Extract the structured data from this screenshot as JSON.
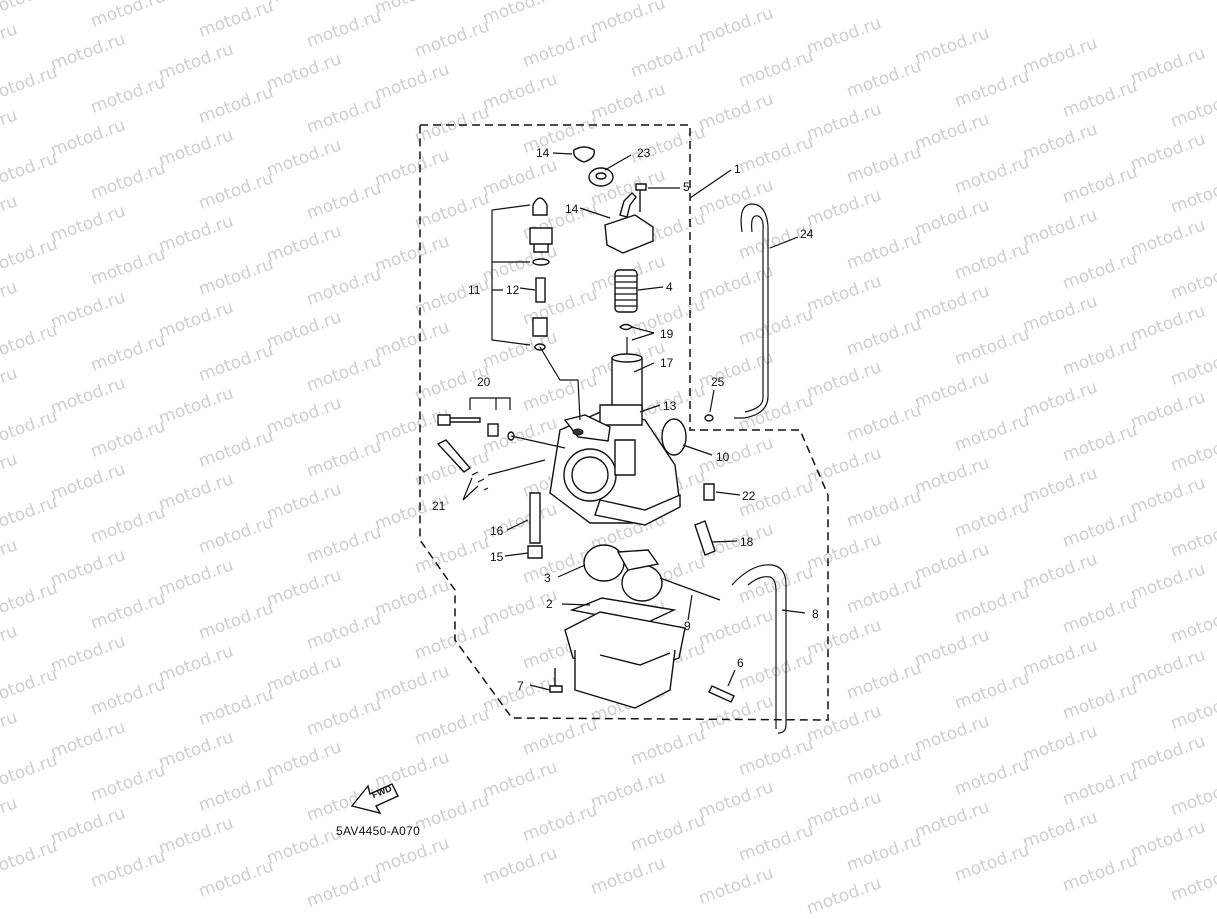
{
  "watermark": {
    "text": "motod.ru",
    "color": "#cfcfcf"
  },
  "diagram": {
    "code": "5AV4450-A070",
    "fwd_label": "FWD",
    "callouts": {
      "c1": "1",
      "c2": "2",
      "c3": "3",
      "c4": "4",
      "c5": "5",
      "c6": "6",
      "c7": "7",
      "c8": "8",
      "c9": "9",
      "c10": "10",
      "c11": "11",
      "c12": "12",
      "c13": "13",
      "c14a": "14",
      "c14b": "14",
      "c15": "15",
      "c16": "16",
      "c17": "17",
      "c18": "18",
      "c19": "19",
      "c20": "20",
      "c21": "21",
      "c22": "22",
      "c23": "23",
      "c24": "24",
      "c25": "25"
    }
  }
}
